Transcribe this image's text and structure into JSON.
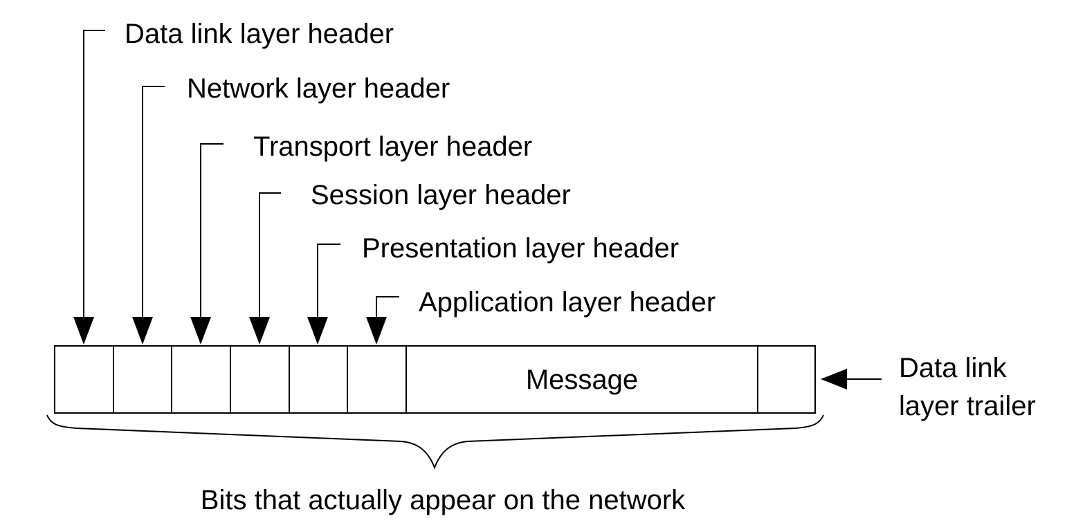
{
  "headers": [
    {
      "label": "Data link layer header"
    },
    {
      "label": "Network layer header"
    },
    {
      "label": "Transport layer header"
    },
    {
      "label": "Session layer header"
    },
    {
      "label": "Presentation layer header"
    },
    {
      "label": "Application layer header"
    }
  ],
  "frame": {
    "message_label": "Message"
  },
  "trailer": {
    "label_line1": "Data link",
    "label_line2": "layer trailer"
  },
  "brace": {
    "caption": "Bits that actually appear on the network"
  }
}
